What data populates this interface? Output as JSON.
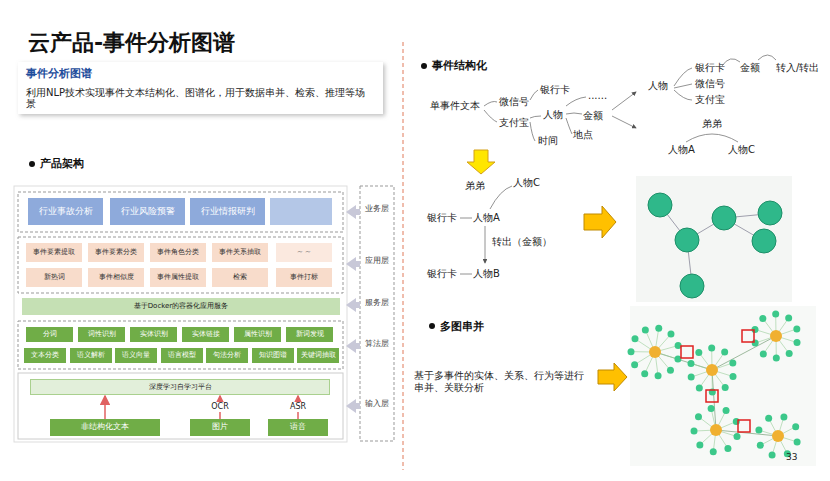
{
  "diagram": {
    "title": "云产品-事件分析图谱",
    "nodes": [
      {
        "text": [
          "事件分析图谱",
          "利用NLP技术实现事件文本结构化、图谱化，用于数据串并、检索、推理等场景"
        ]
      },
      {
        "text": [
          "行业事故分析"
        ]
      },
      {
        "text": [
          "行业风险预警"
        ]
      },
      {
        "text": [
          "行业情报研判"
        ]
      },
      {
        "text": [
          "事件要素提取"
        ]
      },
      {
        "text": [
          "事件要素分类"
        ]
      },
      {
        "text": [
          "事件角色分类"
        ]
      },
      {
        "text": [
          "事件关系抽取"
        ]
      },
      {
        "text": [
          "~ ~"
        ]
      },
      {
        "text": [
          "新热词"
        ]
      },
      {
        "text": [
          "事件相似度"
        ]
      },
      {
        "text": [
          "事件属性提取"
        ]
      },
      {
        "text": [
          "检索"
        ]
      },
      {
        "text": [
          "事件打标"
        ]
      },
      {
        "text": [
          "基于Docker的容器化应用服务"
        ]
      },
      {
        "text": [
          "分词"
        ]
      },
      {
        "text": [
          "词性识别"
        ]
      },
      {
        "text": [
          "实体识别"
        ]
      },
      {
        "text": [
          "实体链接"
        ]
      },
      {
        "text": [
          "属性识别"
        ]
      },
      {
        "text": [
          "新词发现"
        ]
      },
      {
        "text": [
          "文本分类"
        ]
      },
      {
        "text": [
          "语义解析"
        ]
      },
      {
        "text": [
          "语义向量"
        ]
      },
      {
        "text": [
          "语言模型"
        ]
      },
      {
        "text": [
          "句法分析"
        ]
      },
      {
        "text": [
          "知识图谱"
        ]
      },
      {
        "text": [
          "关键词抽取"
        ]
      },
      {
        "text": [
          "深度学习自学习平台"
        ]
      },
      {
        "text": [
          "非结构化文本"
        ]
      },
      {
        "text": [
          "图片"
        ]
      },
      {
        "text": [
          "语音"
        ]
      }
    ],
    "edges": [
      {
        "from": 29,
        "to": 28,
        "arrow": "to"
      },
      {
        "from": 30,
        "to": 28,
        "label": "OCR",
        "arrow": "to"
      },
      {
        "from": 31,
        "to": 28,
        "label": "ASR",
        "arrow": "to"
      }
    ],
    "labels": [
      "产品架构",
      "业务层",
      "应用层",
      "服务层",
      "算法层",
      "输入层",
      "事件结构化",
      "单事件文本",
      "微信号",
      "支付宝",
      "银行卡",
      "人物",
      "时间",
      "......",
      "金额",
      "地点",
      "人物",
      "银行卡",
      "微信号",
      "支付宝",
      "金额",
      "转入/转出",
      "弟弟",
      "人物A",
      "人物C",
      "弟弟",
      "人物C",
      "银行卡",
      "人物A",
      "转出（金额）",
      "银行卡",
      "人物B",
      "多图串并",
      "基于多事件的实体、关系、行为等进行串并、关联分析",
      "33"
    ]
  }
}
